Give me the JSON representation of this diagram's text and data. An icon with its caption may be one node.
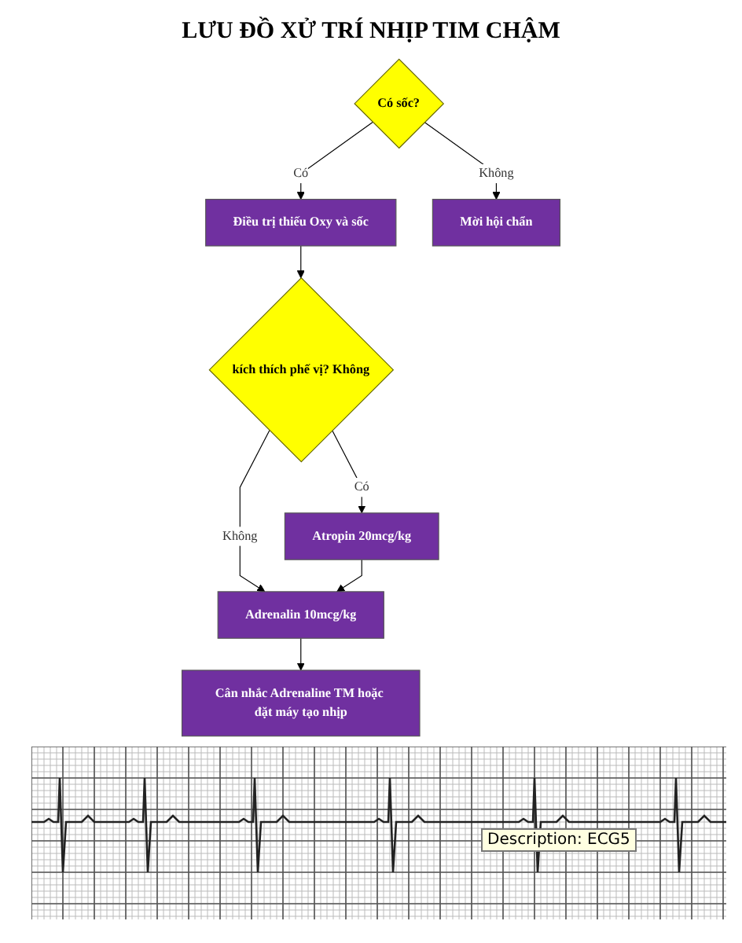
{
  "diagram": {
    "title": "LƯU ĐỒ XỬ TRÍ NHỊP TIM CHẬM",
    "nodes": [
      {
        "text": [
          "Có sốc?"
        ]
      },
      {
        "text": [
          "Điều trị thiếu Oxy và sốc"
        ]
      },
      {
        "text": [
          "Mời hội chẩn"
        ]
      },
      {
        "text": [
          "kích thích phế vị? Không"
        ]
      },
      {
        "text": [
          "Atropin 20mcg/kg"
        ]
      },
      {
        "text": [
          "Adrenalin 10mcg/kg"
        ]
      },
      {
        "text": [
          "Cân nhắc Adrenaline TM hoặc đặt máy tạo nhịp"
        ]
      }
    ],
    "edges": [
      {
        "from": 0,
        "to": 1,
        "arrow": "to",
        "label": "Có"
      },
      {
        "from": 0,
        "to": 2,
        "arrow": "to",
        "label": "Không"
      },
      {
        "from": 1,
        "to": 3,
        "arrow": "to"
      },
      {
        "from": 3,
        "to": 4,
        "arrow": "to",
        "label": "Có"
      },
      {
        "from": 3,
        "to": 5,
        "arrow": "to",
        "label": "Không"
      },
      {
        "from": 4,
        "to": 5,
        "arrow": "to"
      },
      {
        "from": 5,
        "to": 6,
        "arrow": "to"
      }
    ],
    "labels": [
      "Description: ECG5"
    ]
  }
}
